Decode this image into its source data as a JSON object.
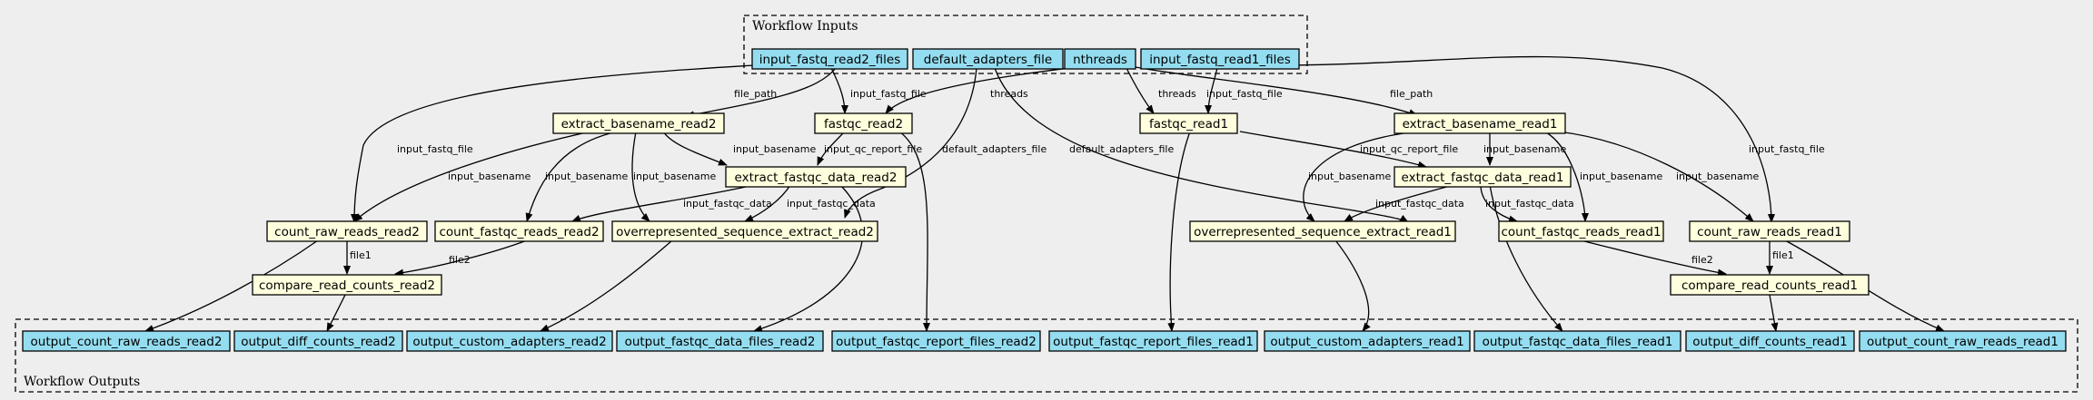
{
  "colors": {
    "background": "#eeeeee",
    "io_node": "#94ddf0",
    "step_node": "#ffffdd"
  },
  "clusters": {
    "inputs": {
      "label": "Workflow Inputs"
    },
    "outputs": {
      "label": "Workflow Outputs"
    }
  },
  "nodes": {
    "input_fastq_read2_files": "input_fastq_read2_files",
    "default_adapters_file": "default_adapters_file",
    "nthreads": "nthreads",
    "input_fastq_read1_files": "input_fastq_read1_files",
    "extract_basename_read2": "extract_basename_read2",
    "fastqc_read2": "fastqc_read2",
    "fastqc_read1": "fastqc_read1",
    "extract_basename_read1": "extract_basename_read1",
    "extract_fastqc_data_read2": "extract_fastqc_data_read2",
    "extract_fastqc_data_read1": "extract_fastqc_data_read1",
    "count_raw_reads_read2": "count_raw_reads_read2",
    "count_fastqc_reads_read2": "count_fastqc_reads_read2",
    "overrepresented_sequence_extract_read2": "overrepresented_sequence_extract_read2",
    "overrepresented_sequence_extract_read1": "overrepresented_sequence_extract_read1",
    "count_fastqc_reads_read1": "count_fastqc_reads_read1",
    "count_raw_reads_read1": "count_raw_reads_read1",
    "compare_read_counts_read2": "compare_read_counts_read2",
    "compare_read_counts_read1": "compare_read_counts_read1",
    "output_count_raw_reads_read2": "output_count_raw_reads_read2",
    "output_diff_counts_read2": "output_diff_counts_read2",
    "output_custom_adapters_read2": "output_custom_adapters_read2",
    "output_fastqc_data_files_read2": "output_fastqc_data_files_read2",
    "output_fastqc_report_files_read2": "output_fastqc_report_files_read2",
    "output_fastqc_report_files_read1": "output_fastqc_report_files_read1",
    "output_custom_adapters_read1": "output_custom_adapters_read1",
    "output_fastqc_data_files_read1": "output_fastqc_data_files_read1",
    "output_diff_counts_read1": "output_diff_counts_read1",
    "output_count_raw_reads_read1": "output_count_raw_reads_read1"
  },
  "edge_labels": {
    "file_path": "file_path",
    "input_fastq_file": "input_fastq_file",
    "threads": "threads",
    "input_basename": "input_basename",
    "input_qc_report_file": "input_qc_report_file",
    "default_adapters_file": "default_adapters_file",
    "input_fastqc_data": "input_fastqc_data",
    "file1": "file1",
    "file2": "file2"
  }
}
